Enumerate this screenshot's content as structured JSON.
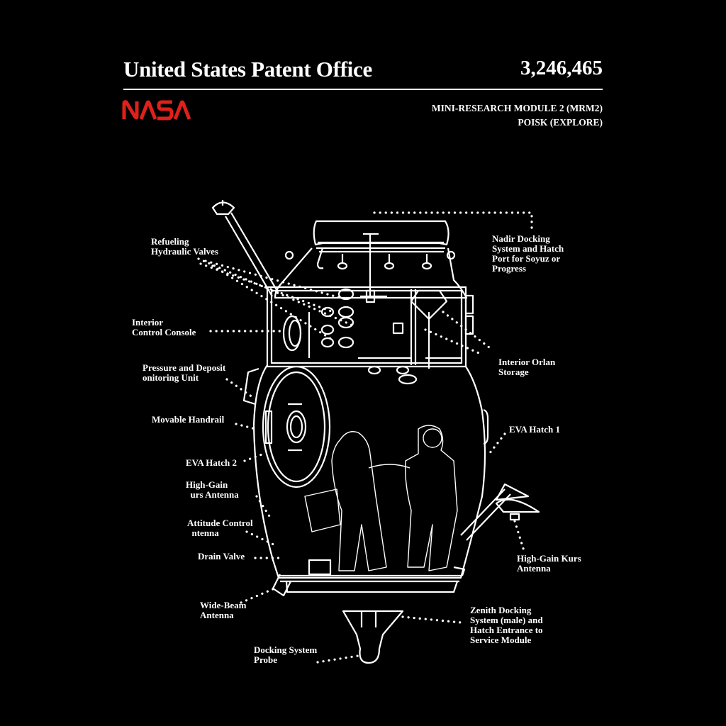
{
  "header": {
    "title": "United States Patent Office",
    "patent_number": "3,246,465",
    "logo": "NASA",
    "logo_color": "#e0201a",
    "subtitle_line1": "MINI-RESEARCH MODULE 2 (MRM2)",
    "subtitle_line2": "POISK (EXPLORE)"
  },
  "labels": {
    "refueling": "Refueling\nHydraulic Valves",
    "console": "Interior\nControl Console",
    "pressure": "Pressure and Deposit\nonitoring Unit",
    "handrail": "Movable Handrail",
    "eva2": "EVA Hatch 2",
    "highgain_left": "High-Gain\n  urs Antenna",
    "attitude": "Attitude Control\n  ntenna",
    "drain": "Drain Valve",
    "widebeam": "Wide-Beam\nAntenna",
    "probe": "Docking System\nProbe",
    "nadir": "Nadir Docking\nSystem and Hatch\nPort for Soyuz or\nProgress",
    "orlan": "Interior Orlan\nStorage",
    "eva1": "EVA Hatch 1",
    "kurs": "High-Gain Kurs\nAntenna",
    "zenith": "Zenith Docking\nSystem (male) and\nHatch Entrance to\nService Module"
  },
  "colors": {
    "background": "#000000",
    "linework": "#ffffff",
    "accent": "#e0201a"
  }
}
